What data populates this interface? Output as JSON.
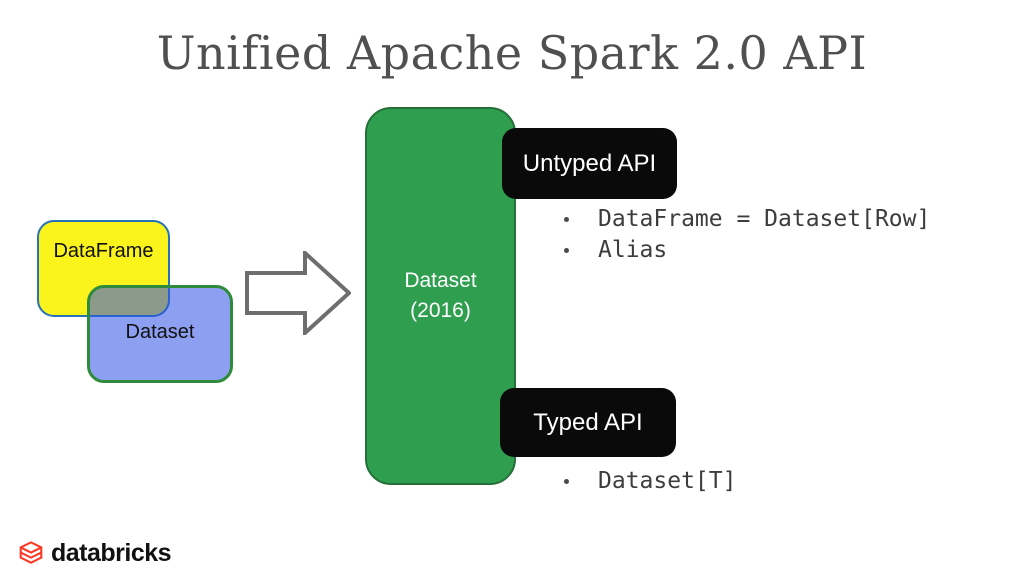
{
  "title": "Unified Apache Spark 2.0 API",
  "venn": {
    "dataframe": "DataFrame",
    "dataset": "Dataset"
  },
  "green_box": {
    "line1": "Dataset",
    "line2": "(2016)"
  },
  "untyped_api": {
    "label": "Untyped API",
    "bullets": [
      "DataFrame = Dataset[Row]",
      "Alias"
    ]
  },
  "typed_api": {
    "label": "Typed API",
    "bullets": [
      "Dataset[T]"
    ]
  },
  "footer": {
    "brand": "databricks"
  },
  "icons": {
    "arrow": "right-arrow-icon",
    "brand": "databricks-layers-icon"
  },
  "colors": {
    "title_gray": "#4e5052",
    "yellow_fill": "#faf41c",
    "yellow_border": "#2673b8",
    "blue_fill": "rgba(48,80,230,0.55)",
    "blue_border": "#2e8b3b",
    "green_fill": "#2f9e4e",
    "green_border": "#25703a",
    "label_black": "#0a0a0a",
    "mono_text": "#3d3d3d",
    "brand_red": "#ff3621",
    "brand_black": "#111111"
  }
}
